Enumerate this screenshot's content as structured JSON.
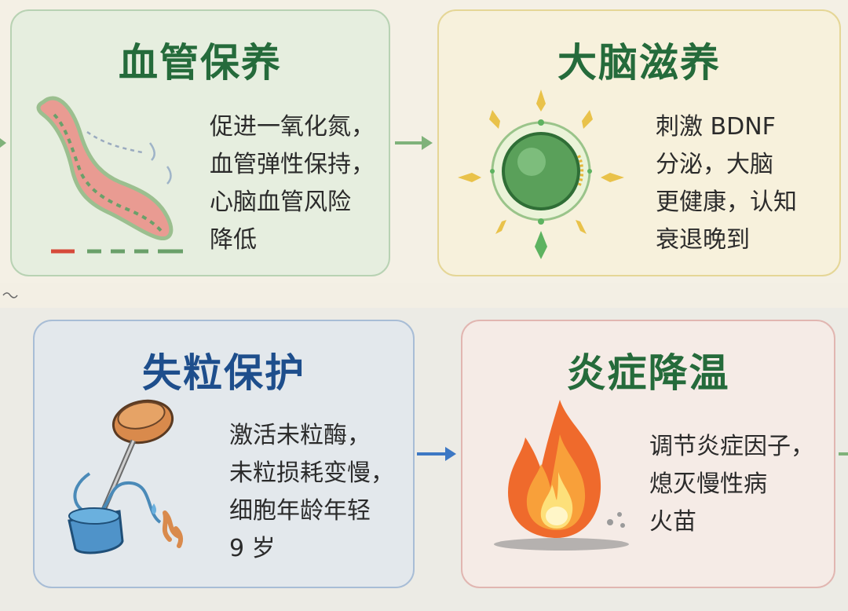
{
  "cards": [
    {
      "title": "血管保养",
      "lines": [
        "促进一氧化氮，",
        "血管弹性保持，",
        "心脑血管风险",
        "降低"
      ],
      "icon": "blood-vessel-icon",
      "accent": "#256b3b"
    },
    {
      "title": "大脑滋养",
      "lines": [
        "刺激 BDNF",
        "分泌，大脑",
        "更健康，认知",
        "衰退晚到"
      ],
      "icon": "glowing-orb-icon",
      "accent": "#256b3b"
    },
    {
      "title": "失粒保护",
      "lines": [
        "激活未粒酶，",
        "未粒损耗变慢，",
        "细胞年龄年轻",
        "9 岁"
      ],
      "icon": "spindle-yarn-icon",
      "accent": "#1e4e8c"
    },
    {
      "title": "炎症降温",
      "lines": [
        "调节炎症因子，",
        "熄灭慢性病",
        "火苗"
      ],
      "icon": "flame-icon",
      "accent": "#256b3b"
    }
  ],
  "colors": {
    "green_arrow": "#7fb27a",
    "blue_arrow": "#3d78c4"
  }
}
